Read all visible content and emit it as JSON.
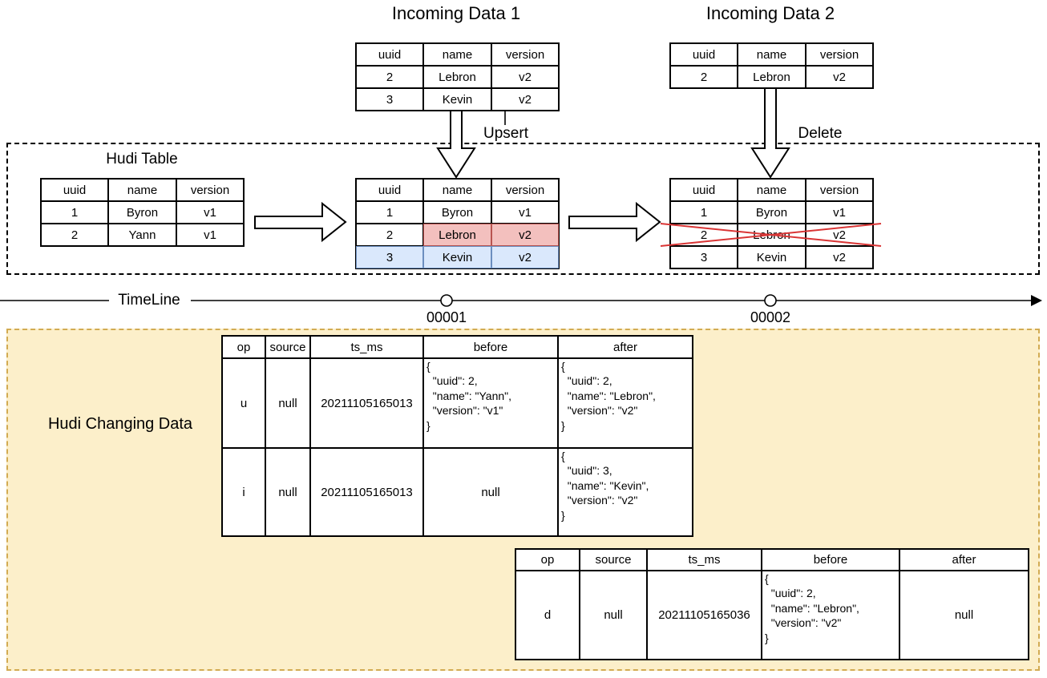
{
  "incoming1": {
    "title": "Incoming Data 1",
    "action": "Upsert",
    "headers": [
      "uuid",
      "name",
      "version"
    ],
    "rows": [
      [
        "2",
        "Lebron",
        "v2"
      ],
      [
        "3",
        "Kevin",
        "v2"
      ]
    ]
  },
  "incoming2": {
    "title": "Incoming Data 2",
    "action": "Delete",
    "headers": [
      "uuid",
      "name",
      "version"
    ],
    "rows": [
      [
        "2",
        "Lebron",
        "v2"
      ]
    ]
  },
  "hudi": {
    "label": "Hudi Table",
    "initial": {
      "headers": [
        "uuid",
        "name",
        "version"
      ],
      "rows": [
        [
          "1",
          "Byron",
          "v1"
        ],
        [
          "2",
          "Yann",
          "v1"
        ]
      ]
    },
    "after_upsert": {
      "headers": [
        "uuid",
        "name",
        "version"
      ],
      "rows": [
        [
          "1",
          "Byron",
          "v1"
        ],
        [
          "2",
          "Lebron",
          "v2"
        ],
        [
          "3",
          "Kevin",
          "v2"
        ]
      ],
      "updated_row_index": 1,
      "inserted_row_index": 2
    },
    "after_delete": {
      "headers": [
        "uuid",
        "name",
        "version"
      ],
      "rows": [
        [
          "1",
          "Byron",
          "v1"
        ],
        [
          "2",
          "Lebron",
          "v2"
        ],
        [
          "3",
          "Kevin",
          "v2"
        ]
      ],
      "crossed_out_row_index": 1
    }
  },
  "timeline": {
    "label": "TimeLine",
    "instants": [
      "00001",
      "00002"
    ]
  },
  "changing": {
    "label": "Hudi Changing Data",
    "table1": {
      "headers": [
        "op",
        "source",
        "ts_ms",
        "before",
        "after"
      ],
      "rows": [
        [
          "u",
          "null",
          "20211105165013",
          "{\n  \"uuid\": 2,\n  \"name\": \"Yann\",\n  \"version\": \"v1\"\n}",
          "{\n  \"uuid\": 2,\n  \"name\": \"Lebron\",\n  \"version\": \"v2\"\n}"
        ],
        [
          "i",
          "null",
          "20211105165013",
          "null",
          "{\n  \"uuid\": 3,\n  \"name\": \"Kevin\",\n  \"version\": \"v2\"\n}"
        ]
      ]
    },
    "table2": {
      "headers": [
        "op",
        "source",
        "ts_ms",
        "before",
        "after"
      ],
      "rows": [
        [
          "d",
          "null",
          "20211105165036",
          "{\n  \"uuid\": 2,\n  \"name\": \"Lebron\",\n  \"version\": \"v2\"\n}",
          "null"
        ]
      ]
    }
  },
  "colors": {
    "pink_fill": "#f3c0be",
    "pink_border": "#b85450",
    "blue_fill": "#dae8fc",
    "blue_border": "#6c8ebf",
    "yellow_fill": "#fcefca",
    "yellow_border": "#d2ab52",
    "cross_color": "#d93535"
  }
}
